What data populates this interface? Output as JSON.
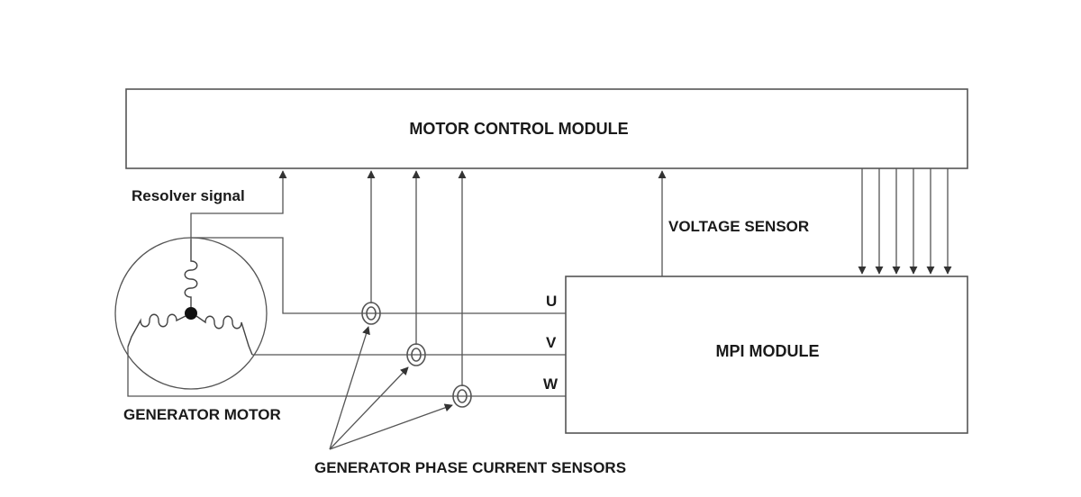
{
  "diagram": {
    "motor_control_module": "MOTOR CONTROL MODULE",
    "mpi_module": "MPI MODULE",
    "resolver_signal": "Resolver signal",
    "voltage_sensor": "VOLTAGE SENSOR",
    "generator_motor": "GENERATOR MOTOR",
    "phase_current_sensors": "GENERATOR PHASE CURRENT SENSORS",
    "phases": [
      "U",
      "V",
      "W"
    ]
  }
}
